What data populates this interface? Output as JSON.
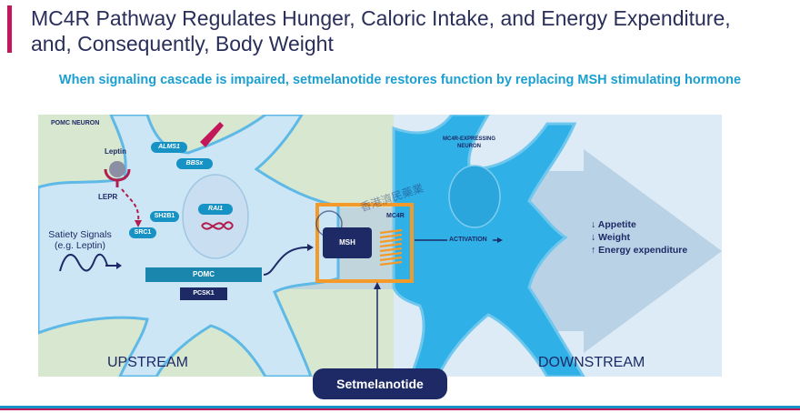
{
  "title": "MC4R Pathway Regulates Hunger, Caloric Intake, and Energy Expenditure, and, Consequently, Body Weight",
  "subtitle": "When signaling cascade is impaired, setmelanotide restores function by replacing MSH stimulating hormone",
  "diagram": {
    "pomc_neuron": "POMC NEURON",
    "leptin": "Leptin",
    "lepr": "LEPR",
    "alms1": "ALMS1",
    "bbsx": "BBSx",
    "sh2b1": "SH2B1",
    "src1": "SRC1",
    "rai1": "RAI1",
    "satiety_line1": "Satiety Signals",
    "satiety_line2": "(e.g. Leptin)",
    "pomc": "POMC",
    "pcsk1": "PCSK1",
    "msh": "MSH",
    "mc4r": "MC4R",
    "activation": "ACTIVATION",
    "mc4r_neuron_line1": "MC4R-EXPRESSING",
    "mc4r_neuron_line2": "NEURON",
    "effects": [
      "Appetite",
      "Weight",
      "Energy expenditure"
    ],
    "effect_arrows": [
      "↓",
      "↓",
      "↑"
    ],
    "upstream": "UPSTREAM",
    "downstream": "DOWNSTREAM",
    "setmelanotide": "Setmelanotide",
    "watermark": "香港濟民藥業"
  },
  "colors": {
    "accent": "#c2185b",
    "title": "#2a2f5a",
    "subtitle": "#1b9fd0",
    "neuron": "#5fb9e6",
    "neuron_dark": "#1692c4",
    "navy": "#1d2a66",
    "orange": "#f39a2b",
    "upstream_bg": "#d8e7cf",
    "downstream_bg": "#dcebf5"
  }
}
